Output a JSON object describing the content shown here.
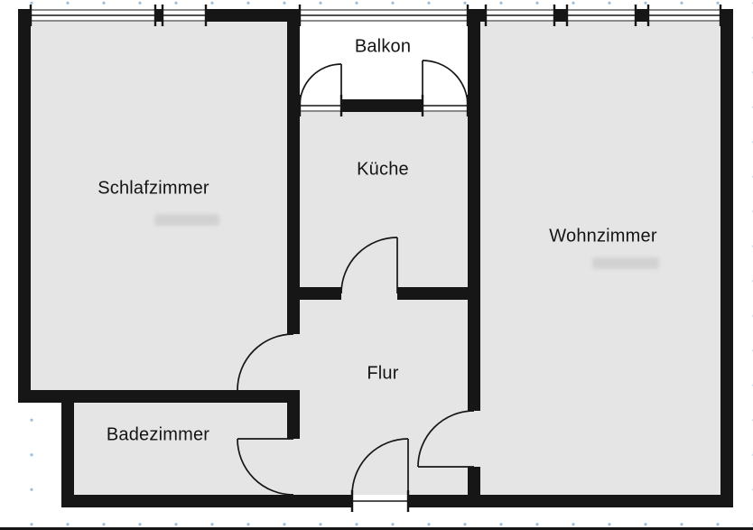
{
  "rooms": {
    "balkon": {
      "label": "Balkon"
    },
    "schlafzimmer": {
      "label": "Schlafzimmer"
    },
    "kueche": {
      "label": "Küche"
    },
    "wohnzimmer": {
      "label": "Wohnzimmer"
    },
    "flur": {
      "label": "Flur"
    },
    "badezimmer": {
      "label": "Badezimmer"
    }
  },
  "colors": {
    "wall": "#161616",
    "room_fill": "#e5e5e5",
    "background": "#ffffff",
    "grid_dot": "#9cbede",
    "label_text": "#141414"
  }
}
